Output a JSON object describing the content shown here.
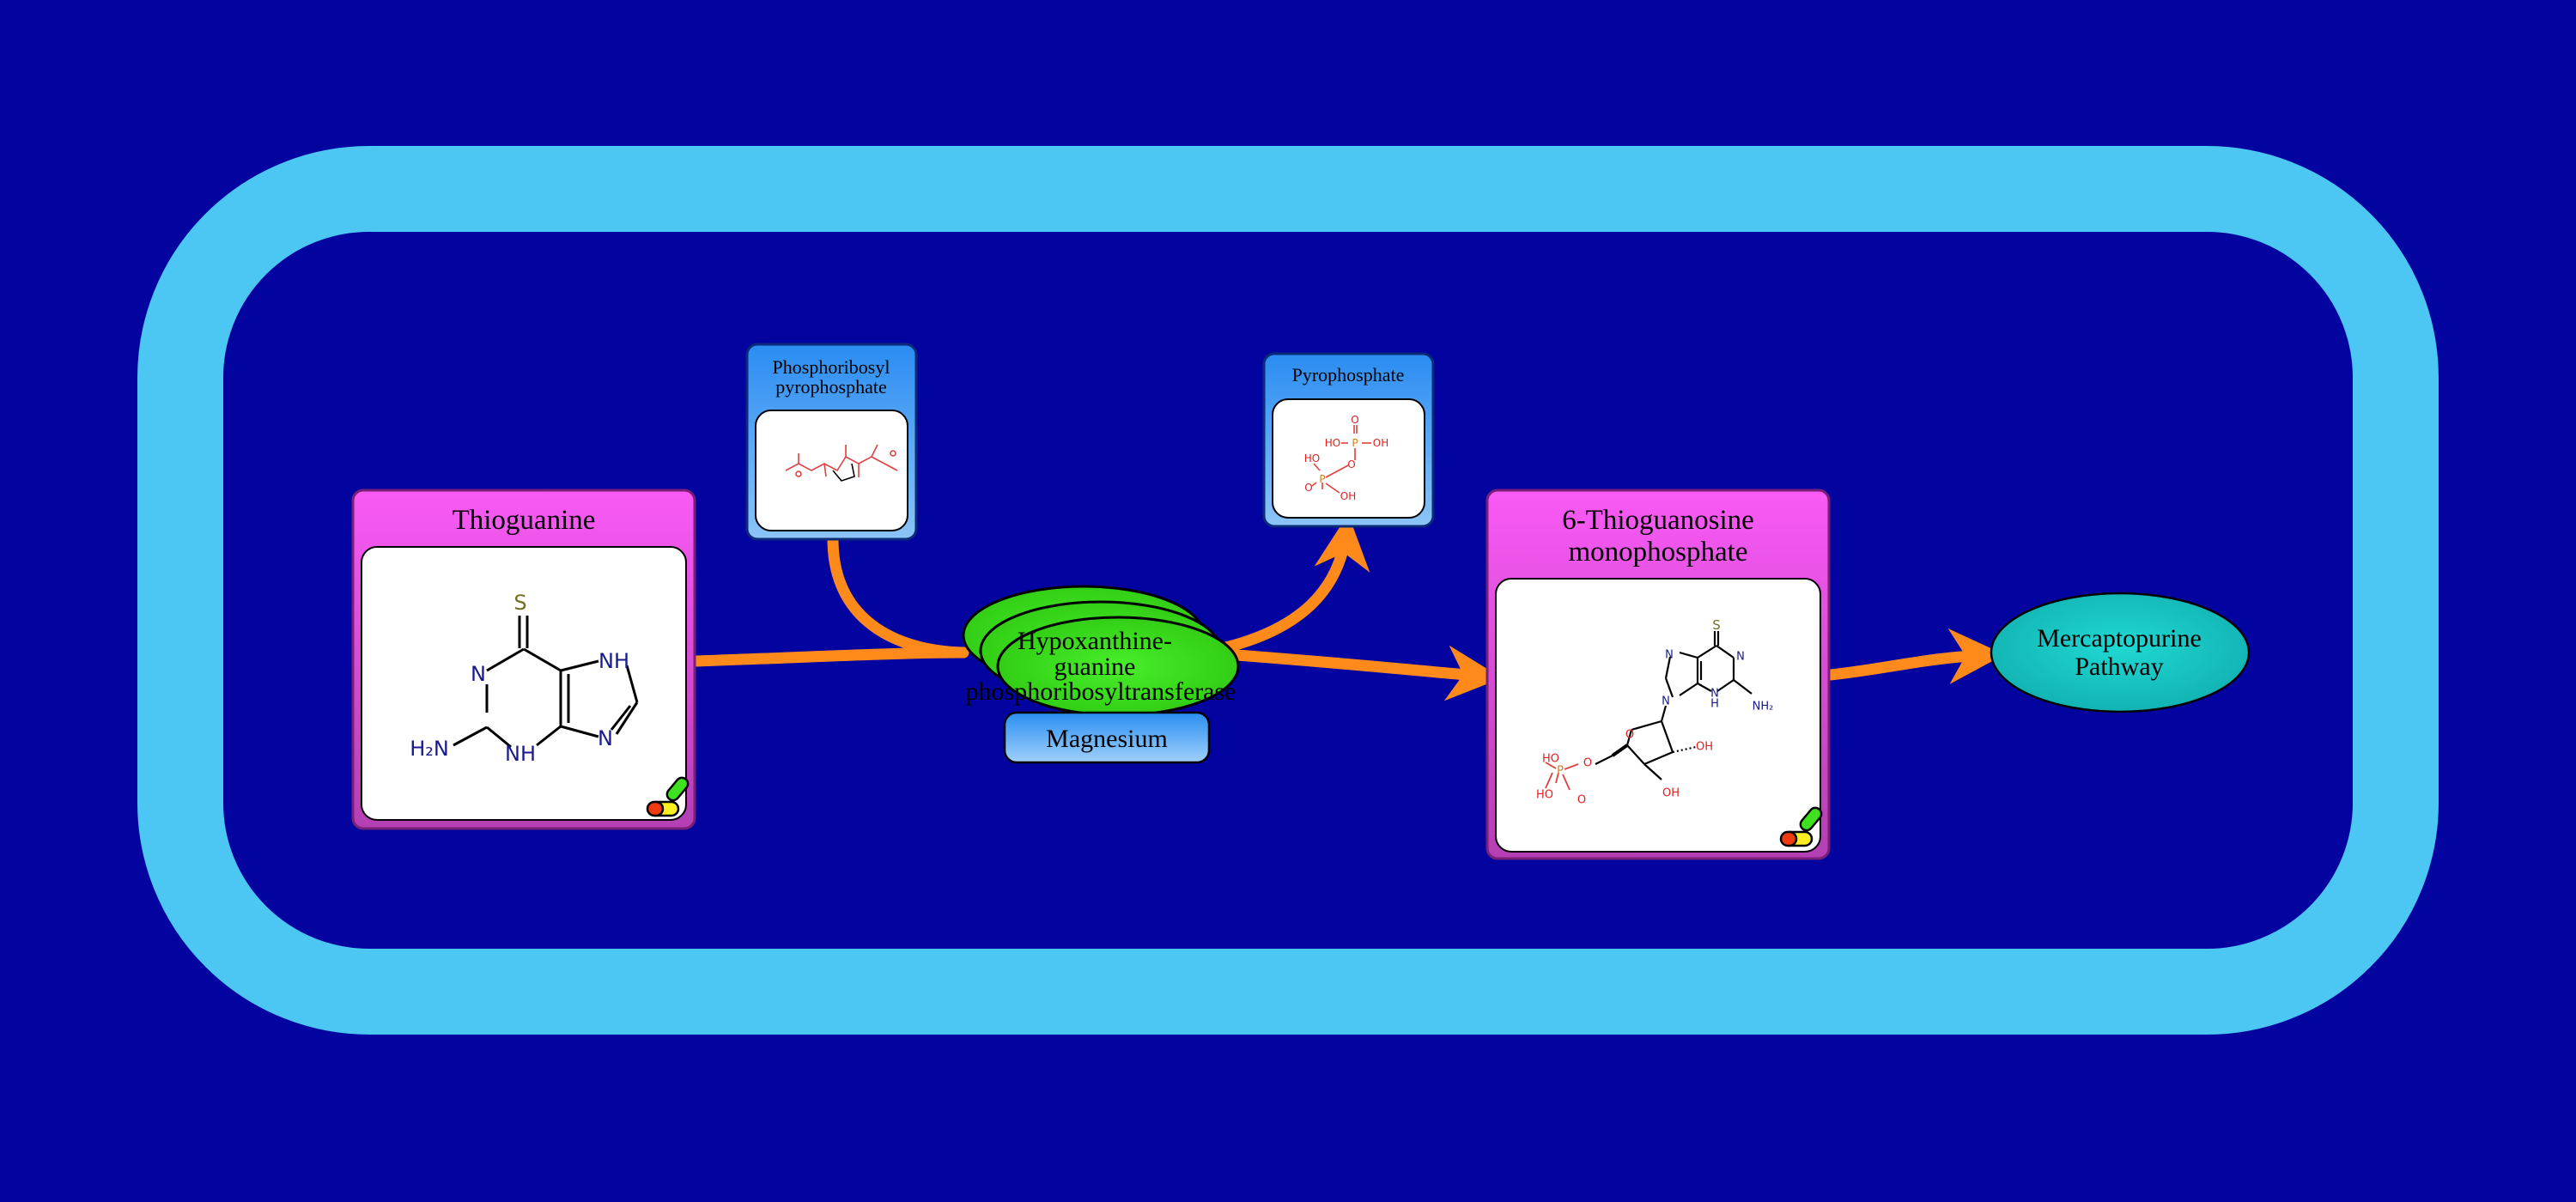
{
  "colors": {
    "background": "#0303a0",
    "membrane": "#4cc6f2",
    "compound_box": "#f455f0",
    "cofactor_box": "#3d8ff0",
    "enzyme": "#3fe020",
    "pathway": "#19c8c8",
    "arrow": "#ff8a1c",
    "molecule_blue": "#1a1a8c",
    "molecule_red": "#e02020",
    "sulfur": "#707020"
  },
  "compounds": {
    "thioguanine": {
      "name": "Thioguanine"
    },
    "tgmp": {
      "name_line1": "6-Thioguanosine",
      "name_line2": "monophosphate"
    },
    "prpp": {
      "name_line1": "Phosphoribosyl",
      "name_line2": "pyrophosphate"
    },
    "ppi": {
      "name": "Pyrophosphate"
    }
  },
  "enzyme": {
    "line1": "Hypoxanthine-",
    "line2": "guanine",
    "line3": "phosphoribosyltransferase",
    "cofactor": "Magnesium"
  },
  "pathway": {
    "line1": "Mercaptopurine",
    "line2": "Pathway"
  },
  "atoms": {
    "S": "S",
    "N": "N",
    "NH": "NH",
    "H": "H",
    "H2N": "H₂N",
    "NH2": "NH₂",
    "O": "O",
    "OH": "OH",
    "HO": "HO",
    "P": "P"
  },
  "icons": [
    "drug-pill-icon"
  ]
}
